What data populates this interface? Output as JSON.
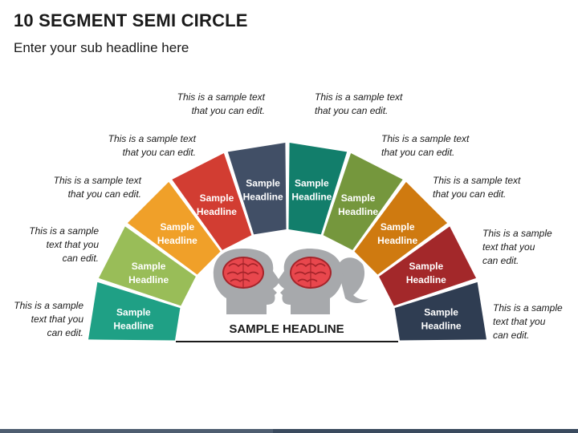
{
  "title": "10 SEGMENT SEMI CIRCLE",
  "subtitle": "Enter your sub headline here",
  "center_headline": "SAMPLE HEADLINE",
  "segments": [
    {
      "line1": "Sample",
      "line2": "Headline",
      "color": "#1fa085",
      "caption": "This is a sample\ntext that you\ncan edit."
    },
    {
      "line1": "Sample",
      "line2": "Headline",
      "color": "#99bd58",
      "caption": "This is a sample\ntext that you\ncan edit."
    },
    {
      "line1": "Sample",
      "line2": "Headline",
      "color": "#f0a029",
      "caption": "This is a sample text\nthat you can edit."
    },
    {
      "line1": "Sample",
      "line2": "Headline",
      "color": "#d23d32",
      "caption": "This is a sample text\nthat you can edit."
    },
    {
      "line1": "Sample",
      "line2": "Headline",
      "color": "#414f66",
      "caption": "This is a sample text\nthat you can edit."
    },
    {
      "line1": "Sample",
      "line2": "Headline",
      "color": "#127e6b",
      "caption": "This is a sample text\nthat you can edit."
    },
    {
      "line1": "Sample",
      "line2": "Headline",
      "color": "#75973d",
      "caption": "This is a sample text\nthat you can edit."
    },
    {
      "line1": "Sample",
      "line2": "Headline",
      "color": "#cf7a10",
      "caption": "This is a sample text\nthat you can edit."
    },
    {
      "line1": "Sample",
      "line2": "Headline",
      "color": "#a3282a",
      "caption": "This is a sample\ntext that you\ncan edit."
    },
    {
      "line1": "Sample",
      "line2": "Headline",
      "color": "#2f3d52",
      "caption": "This is a sample\ntext that you\ncan edit."
    }
  ],
  "colors": {
    "head": "#a7a9ac",
    "brain": "#e8474d",
    "brain_outline": "#a5242a",
    "text": "#1a1a1a"
  },
  "icons": [
    "male-head-brain-icon",
    "female-head-brain-icon"
  ]
}
